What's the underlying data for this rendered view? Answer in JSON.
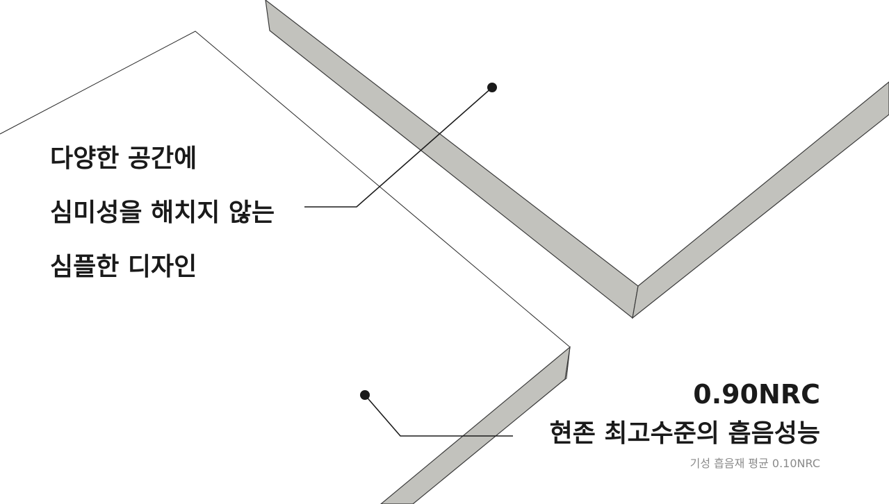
{
  "headline": {
    "lines": [
      "다양한 공간에",
      "심미성을 해치지 않는",
      "심플한 디자인"
    ]
  },
  "spec": {
    "value": "0.90NRC",
    "title": "현존 최고수준의 흡음성능",
    "note": "기성 흡음재 평균 0.10NRC"
  },
  "colors": {
    "text": "#1a1a1a",
    "note": "#8a8a8a",
    "panel_edge": "#c2c2bd",
    "outline": "#1a1a1a",
    "background": "#ffffff"
  }
}
